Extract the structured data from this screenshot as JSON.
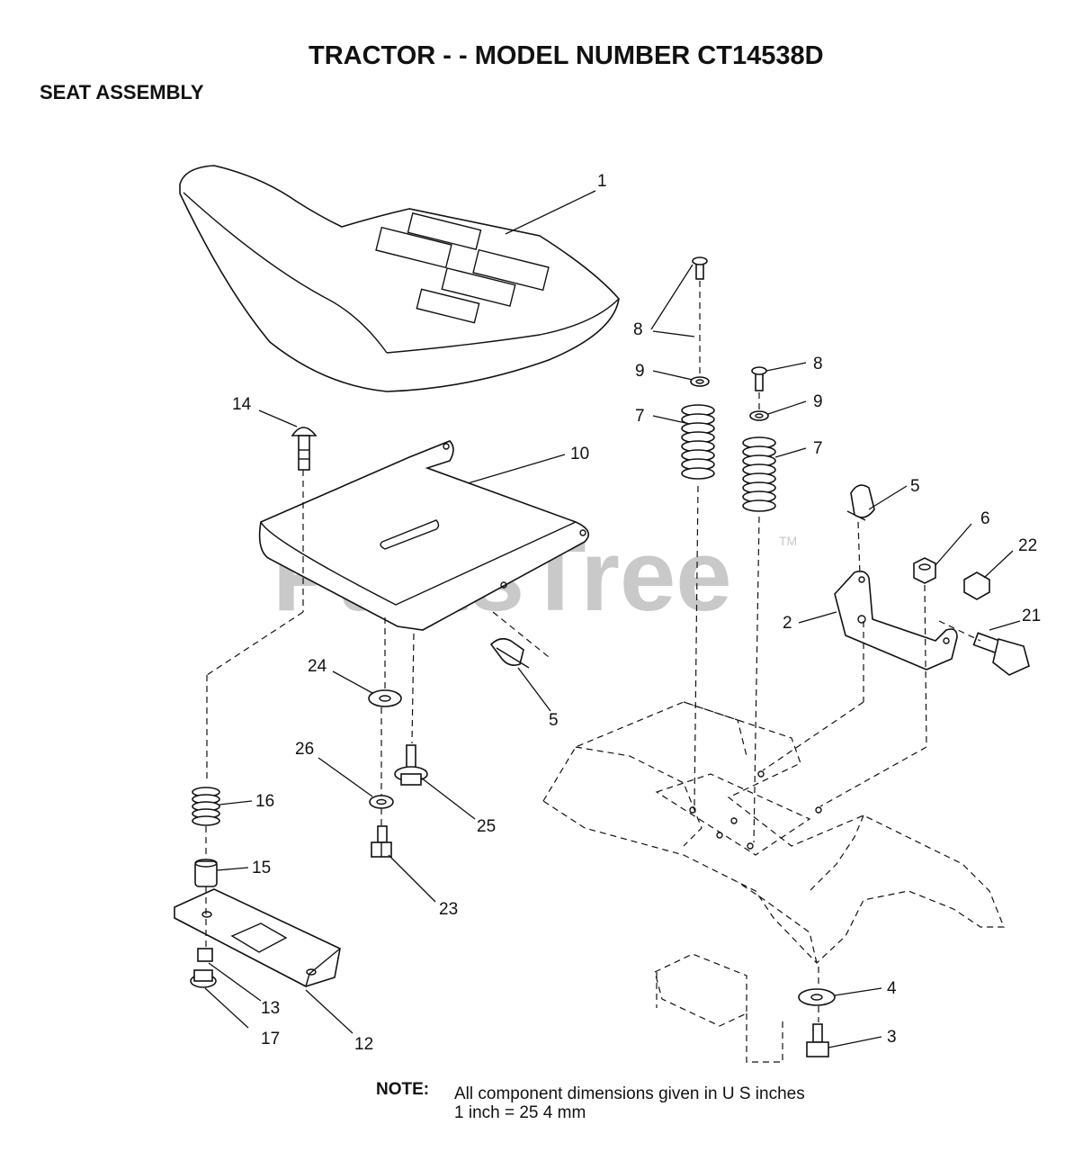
{
  "header": {
    "title": "TRACTOR - - MODEL NUMBER CT14538D",
    "subtitle": "SEAT ASSEMBLY"
  },
  "watermark": {
    "text": "PartsTree",
    "mark": "TM"
  },
  "callouts": [
    "1",
    "8",
    "9",
    "8",
    "9",
    "7",
    "7",
    "14",
    "10",
    "5",
    "6",
    "22",
    "2",
    "21",
    "24",
    "5",
    "26",
    "25",
    "16",
    "15",
    "23",
    "4",
    "3",
    "13",
    "17",
    "12"
  ],
  "note": {
    "label": "NOTE:",
    "line1": "All component dimensions given in U S  inches",
    "line2": "1 inch = 25 4 mm"
  }
}
